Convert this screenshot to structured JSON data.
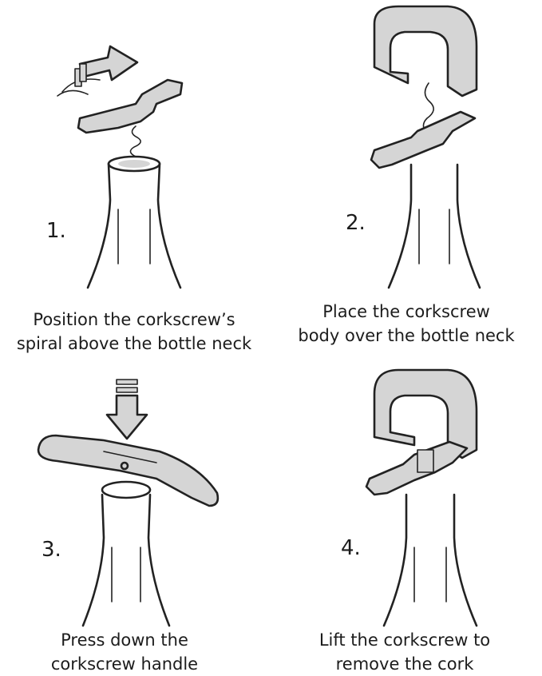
{
  "steps": [
    {
      "number": "1.",
      "caption_line1": "Position the corkscrew’s",
      "caption_line2": "spiral above the bottle neck"
    },
    {
      "number": "2.",
      "caption_line1": "Place the corkscrew",
      "caption_line2": "body over the bottle neck"
    },
    {
      "number": "3.",
      "caption_line1": "Press down the",
      "caption_line2": "corkscrew handle"
    },
    {
      "number": "4.",
      "caption_line1": "Lift the corkscrew to",
      "caption_line2": "remove the cork"
    }
  ],
  "colors": {
    "line": "#222222",
    "fill": "#d5d5d5",
    "background": "#ffffff"
  }
}
